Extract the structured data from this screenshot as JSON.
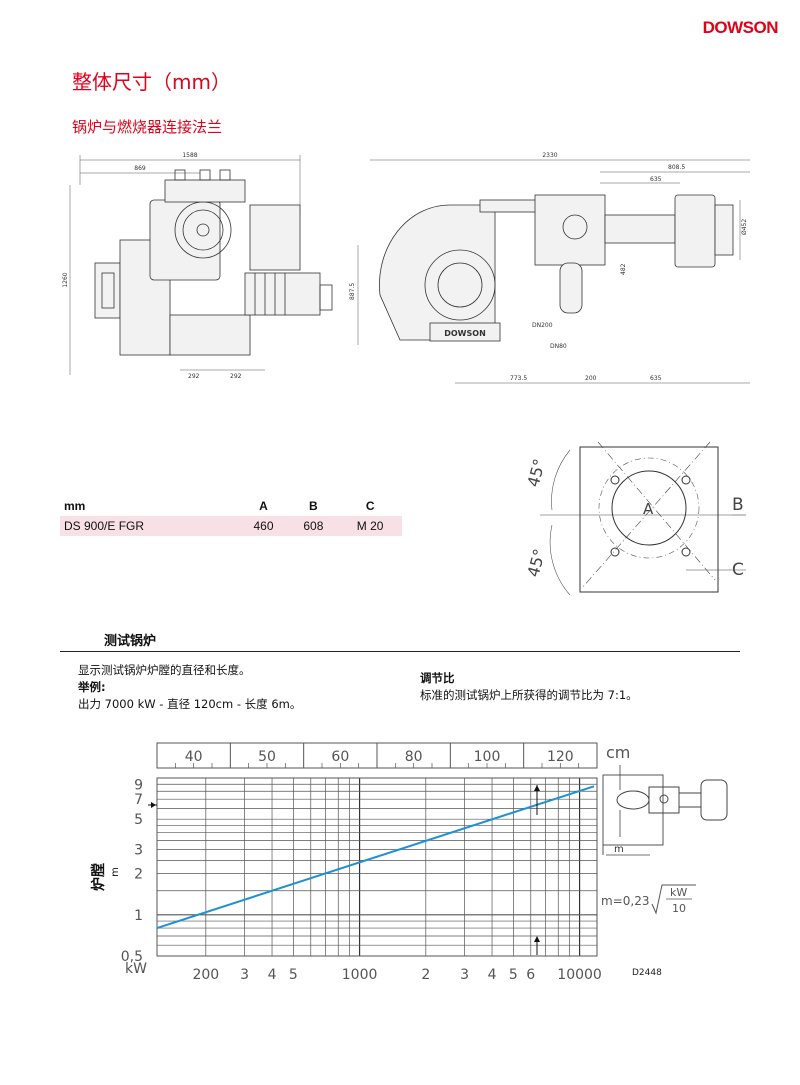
{
  "header": {
    "brand": "DOWSON",
    "title": "整体尺寸（mm）",
    "subtitle": "锅炉与燃烧器连接法兰",
    "accent_color": "#e2001a"
  },
  "drawing": {
    "front_dims": {
      "total": "1588",
      "left": "869",
      "height": "1260",
      "bottom_left": "292",
      "bottom_right": "292"
    },
    "side_dims": {
      "total": "2330",
      "top_right": "808.5",
      "top_small": "635",
      "right_h": "Ø452",
      "mid_h": "887.5",
      "pipe_h": "482",
      "b1": "773.5",
      "b2": "200",
      "b3": "635",
      "dn_a": "DN200",
      "dn_b": "DN80"
    },
    "plate_text": "DOWSON"
  },
  "flange": {
    "angle_top": "45°",
    "angle_bottom": "45°",
    "label_a": "A",
    "label_b": "B",
    "label_c": "C"
  },
  "spec_table": {
    "headers": [
      "mm",
      "A",
      "B",
      "C"
    ],
    "rows": [
      [
        "DS 900/E FGR",
        "460",
        "608",
        "M 20"
      ]
    ]
  },
  "test_section": {
    "heading": "测试锅炉",
    "line1": "显示测试锅炉炉膛的直径和长度。",
    "example_label": "举例:",
    "example_text": "出力 7000 kW - 直径 120cm - 长度 6m。",
    "ratio_title": "调节比",
    "ratio_text": "标准的测试锅炉上所获得的调节比为 7:1。"
  },
  "chart_data": {
    "type": "line",
    "title": "",
    "x_scale": "log",
    "xlabel": "kW",
    "xlim": [
      120,
      12000
    ],
    "ylabel": "炉膛",
    "ylabel_unit": "m",
    "y_scale": "log",
    "ylim": [
      0.5,
      10
    ],
    "x_tick_labels": [
      {
        "value": 200,
        "label": "200"
      },
      {
        "value": 300,
        "label": "3"
      },
      {
        "value": 400,
        "label": "4"
      },
      {
        "value": 500,
        "label": "5"
      },
      {
        "value": 1000,
        "label": "1000"
      },
      {
        "value": 2000,
        "label": "2"
      },
      {
        "value": 3000,
        "label": "3"
      },
      {
        "value": 4000,
        "label": "4"
      },
      {
        "value": 5000,
        "label": "5"
      },
      {
        "value": 6000,
        "label": "6"
      },
      {
        "value": 10000,
        "label": "10000"
      }
    ],
    "y_tick_labels": [
      {
        "value": 0.5,
        "label": "0,5"
      },
      {
        "value": 1,
        "label": "1"
      },
      {
        "value": 2,
        "label": "2"
      },
      {
        "value": 3,
        "label": "3"
      },
      {
        "value": 5,
        "label": "5"
      },
      {
        "value": 7,
        "label": "7"
      },
      {
        "value": 9,
        "label": "9"
      }
    ],
    "top_axis_unit": "cm",
    "top_axis_labels": [
      "40",
      "50",
      "60",
      "80",
      "100",
      "120"
    ],
    "line_color": "#1e90d6",
    "line_points": [
      {
        "x": 120,
        "y": 0.8
      },
      {
        "x": 12000,
        "y": 8.7
      }
    ],
    "formula_lhs": "m=0,23",
    "formula_num": "kW",
    "formula_den": "10",
    "inset_label": "m",
    "code": "D2448"
  }
}
